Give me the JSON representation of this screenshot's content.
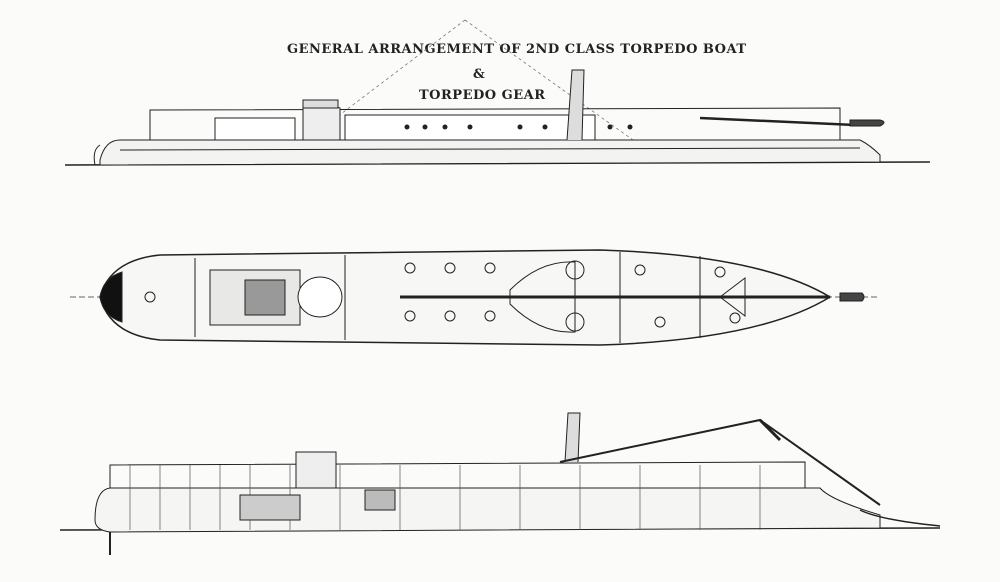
{
  "title": {
    "line1": "GENERAL ARRANGEMENT OF 2ND CLASS TORPEDO BOAT",
    "line2": "&",
    "line3": "TORPEDO GEAR"
  },
  "views": [
    "side-elevation",
    "deck-plan",
    "inboard-profile"
  ]
}
